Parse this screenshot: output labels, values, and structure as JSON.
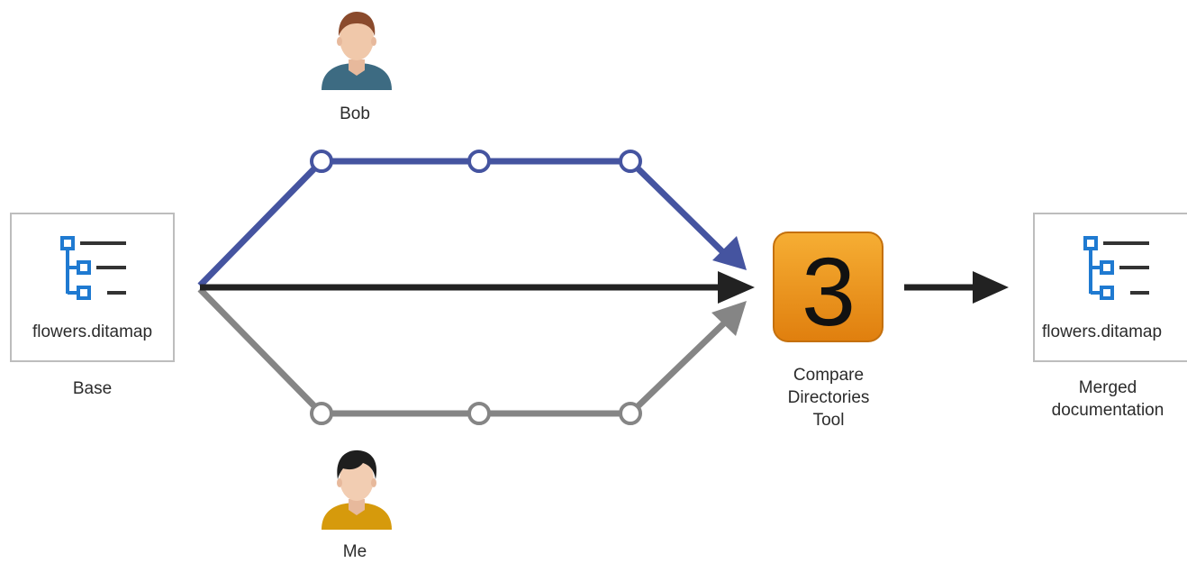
{
  "people": {
    "bob": {
      "name": "Bob",
      "shirt_color": "#3d6b82",
      "icon": "user-avatar-icon"
    },
    "me": {
      "name": "Me",
      "shirt_color": "#d69a0c",
      "icon": "user-avatar-icon"
    }
  },
  "base": {
    "filename": "flowers.ditamap",
    "caption": "Base",
    "icon": "ditamap-tree-icon"
  },
  "merged": {
    "filename": "flowers.ditamap",
    "caption_line1": "Merged",
    "caption_line2": "documentation",
    "icon": "ditamap-tree-icon"
  },
  "tool": {
    "number": "3",
    "caption_line1": "Compare",
    "caption_line2": "Directories",
    "caption_line3": "Tool",
    "tile_color": "#f29a1c"
  },
  "colors": {
    "bob_path": "#4554a0",
    "base_path": "#222222",
    "me_path": "#858585",
    "tree_icon": "#1f7ad1",
    "tree_lines": "#333333"
  }
}
